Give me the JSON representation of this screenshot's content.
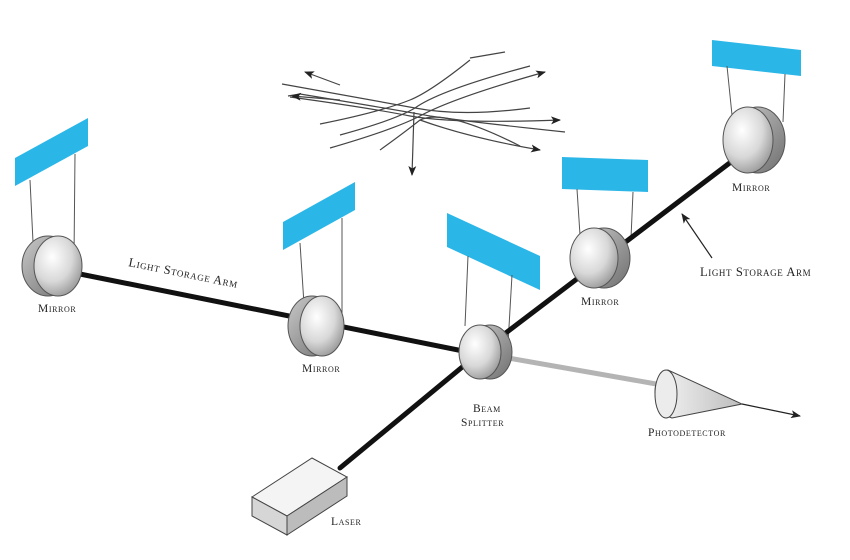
{
  "labels": {
    "mirror_far_left": "Mirror",
    "mirror_near_left": "Mirror",
    "mirror_near_right": "Mirror",
    "mirror_far_right": "Mirror",
    "beam_splitter_line1": "Beam",
    "beam_splitter_line2": "Splitter",
    "laser": "Laser",
    "photodetector": "Photodetector",
    "arm_left": "Light Storage Arm",
    "arm_right": "Light Storage Arm"
  },
  "colors": {
    "mirror_plate": "#2bb6e8",
    "beam": "#111111",
    "output_beam": "#b4b4b4",
    "line": "#444444"
  },
  "icons": {
    "gravitational_wave": "gravitational-wave-icon",
    "mirror": "mirror-icon",
    "laser": "laser-icon",
    "photodetector": "photodetector-icon"
  }
}
